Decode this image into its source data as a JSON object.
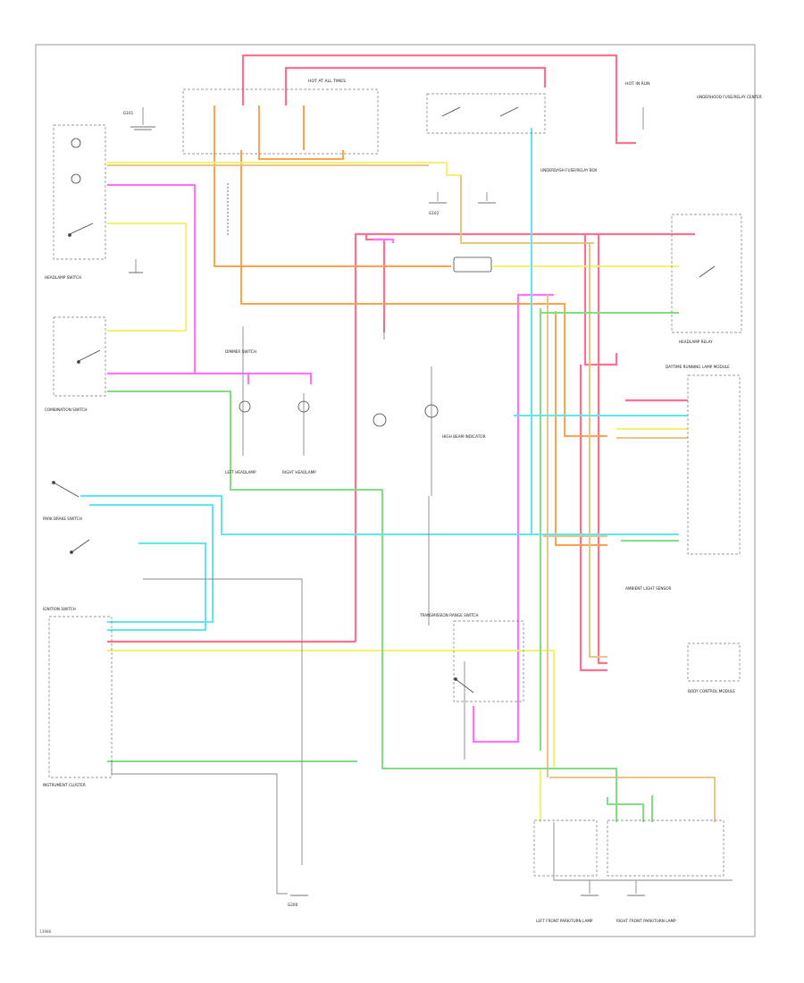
{
  "diagram": {
    "title": "",
    "labels": {
      "fuse_top": "HOT AT ALL TIMES",
      "hot_run": "HOT IN RUN",
      "underhood_fuse_box": "UNDERHOOD FUSE/RELAY CENTER",
      "underdash_fuse_box": "UNDERDASH FUSE/RELAY BOX",
      "headlamp_switch": "HEADLAMP SWITCH",
      "combination_switch": "COMBINATION SWITCH",
      "headlamp_relay": "HEADLAMP RELAY",
      "park_brake_switch": "PARK BRAKE SWITCH",
      "ignition_switch": "IGNITION SWITCH",
      "daytime_running_lamp": "DAYTIME RUNNING LAMP MODULE",
      "low_beam_left": "LEFT HEADLAMP",
      "low_beam_right": "RIGHT HEADLAMP",
      "front_left_lamp": "LEFT FRONT PARK/TURN LAMP",
      "front_right_lamp": "RIGHT FRONT PARK/TURN LAMP",
      "instrument_cluster": "INSTRUMENT CLUSTER",
      "high_beam_indicator": "HIGH BEAM INDICATOR",
      "dimmer_switch": "DIMMER SWITCH",
      "ground_left": "G101",
      "ground_right": "G102",
      "ground_bottom": "G200",
      "body_control": "BODY CONTROL MODULE",
      "transmission_range": "TRANSMISSION RANGE SWITCH",
      "ambient_sensor": "AMBIENT LIGHT SENSOR",
      "footer_code": "13986"
    }
  },
  "colors": {
    "red": "#ff6f8e",
    "pink": "#ff73ff",
    "orange": "#ffa24a",
    "yellow": "#f6f170",
    "tan": "#e8c585",
    "green": "#7ee07e",
    "cyan": "#5fe6f0",
    "gray": "#8a8a8a",
    "black": "#333333"
  }
}
